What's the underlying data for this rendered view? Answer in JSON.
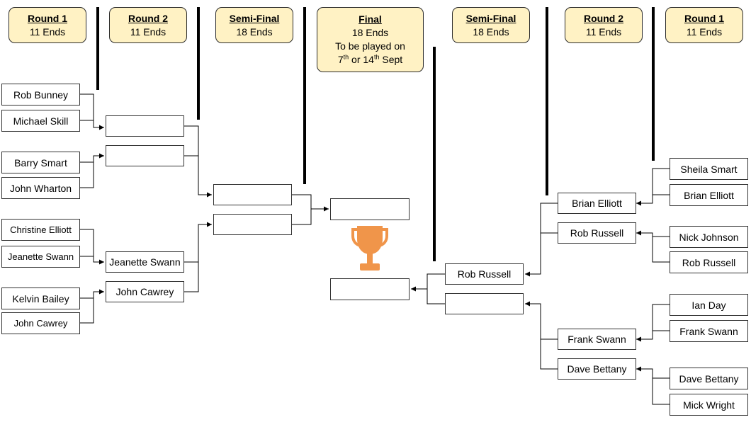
{
  "headers": {
    "left_round1": {
      "title": "Round 1",
      "line1": "11 Ends"
    },
    "left_round2": {
      "title": "Round 2",
      "line1": "11 Ends"
    },
    "left_semi": {
      "title": "Semi-Final",
      "line1": "18 Ends"
    },
    "final": {
      "title": "Final",
      "line1": "18 Ends",
      "line2": "To be played on",
      "date_a": "7",
      "date_a_sup": "th",
      "date_mid": " or 14",
      "date_b_sup": "th",
      "date_end": " Sept"
    },
    "right_semi": {
      "title": "Semi-Final",
      "line1": "18 Ends"
    },
    "right_round2": {
      "title": "Round 2",
      "line1": "11 Ends"
    },
    "right_round1": {
      "title": "Round 1",
      "line1": "11 Ends"
    }
  },
  "left": {
    "round1": [
      "Rob Bunney",
      "Michael Skill",
      "Barry Smart",
      "John Wharton",
      "Christine Elliott",
      "Jeanette Swann",
      "Kelvin Bailey",
      "John Cawrey"
    ],
    "round2": [
      "",
      "",
      "Jeanette Swann",
      "John Cawrey"
    ],
    "semi": [
      "",
      ""
    ]
  },
  "final": [
    "",
    ""
  ],
  "right": {
    "round1": [
      "Sheila Smart",
      "Brian Elliott",
      "Nick Johnson",
      "Rob Russell",
      "Ian Day",
      "Frank Swann",
      "Dave Bettany",
      "Mick Wright"
    ],
    "round2": [
      "Brian Elliott",
      "Rob Russell",
      "Frank Swann",
      "Dave Bettany"
    ],
    "semi": [
      "Rob Russell",
      ""
    ]
  },
  "colors": {
    "header_fill": "#fff2c4",
    "trophy": "#f0954a"
  },
  "icons": {
    "trophy": "trophy-icon"
  }
}
